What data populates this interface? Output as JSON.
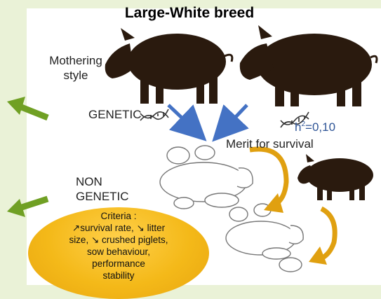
{
  "title": "Large-White breed",
  "mothering": [
    "Mothering",
    "style"
  ],
  "genetic_label": "GENETIC",
  "non_genetic": [
    "NON",
    "GENETIC"
  ],
  "heritability": {
    "prefix": "h",
    "sup": "2",
    "suffix": "=0,10"
  },
  "merit_label": "Merit for survival",
  "criteria": {
    "lines": [
      "Criteria :",
      "↗survival rate, ↘ litter",
      "size, ↘ crushed piglets,",
      "sow behaviour,",
      "performance",
      "stability"
    ]
  },
  "colors": {
    "background": "#eaf2d7",
    "panel": "#ffffff",
    "side_arrow": "#70a024",
    "blue_arrow": "#4472c4",
    "orange_arrow": "#e0a010",
    "criteria_fill": "#f4b919",
    "pig": "#2a1a0e"
  }
}
